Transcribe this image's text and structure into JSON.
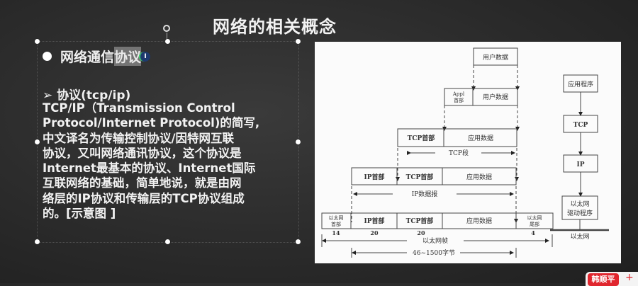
{
  "slide": {
    "title": "网络的相关概念",
    "bullet": {
      "prefix": "网络通信",
      "selected": "协议",
      "cursor_icon": "I"
    },
    "sub_heading": "➢ 协议(tcp/ip)",
    "body_lines": [
      "TCP/IP（Transmission Control",
      " Protocol/Internet Protocol)的简写,",
      "中文译名为传输控制协议/因特网互联",
      "协议，又叫网络通讯协议，这个协议是",
      "Internet最基本的协议、Internet国际",
      "互联网络的基础，简单地说，就是由网",
      "络层的IP协议和传输层的TCP协议组成",
      "的。[示意图 ]"
    ]
  },
  "diagram": {
    "encapsulation": {
      "row1": [
        "用户数据"
      ],
      "row2": [
        "Appl\n首部",
        "用户数据"
      ],
      "row3": [
        "TCP首部",
        "应用数据"
      ],
      "row3_span": "TCP段",
      "row4": [
        "IP首部",
        "TCP首部",
        "应用数据"
      ],
      "row4_span": "IP数据报",
      "row5": [
        "以太网\n首部",
        "IP首部",
        "TCP首部",
        "应用数据",
        "以太网\n尾部"
      ],
      "row5_sizes": [
        "14",
        "20",
        "20",
        "",
        "4"
      ],
      "frame_span": "以太网帧",
      "payload_span": "46~1500字节"
    },
    "stack": [
      "应用程序",
      "TCP",
      "IP",
      "以太网\n驱动程序"
    ],
    "network_label": "以太网"
  },
  "corner_badge": {
    "label": "韩顺平",
    "plus": "+"
  }
}
